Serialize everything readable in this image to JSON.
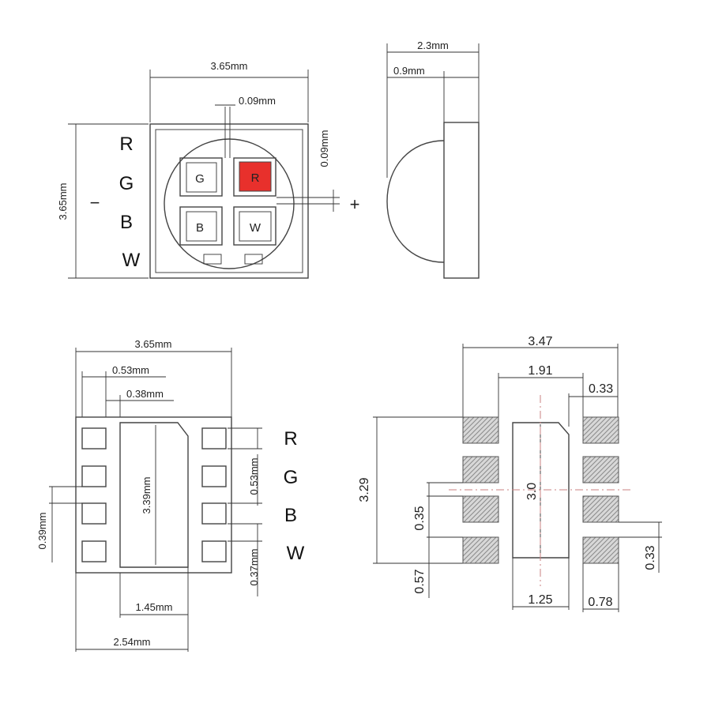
{
  "top_view": {
    "width_label": "3.65mm",
    "height_label": "3.65mm",
    "gap_h_label": "0.09mm",
    "gap_v_label": "0.09mm",
    "minus_symbol": "−",
    "plus_symbol": "+",
    "pin_labels": [
      "R",
      "G",
      "B",
      "W"
    ],
    "die_labels": {
      "g": "G",
      "r": "R",
      "b": "B",
      "w": "W"
    },
    "red_die_color": "#e8302c"
  },
  "side_view": {
    "total_label": "2.3mm",
    "base_label": "0.9mm"
  },
  "bottom_view": {
    "width_label": "3.65mm",
    "pad_offset_label": "0.53mm",
    "pad_width_label": "0.38mm",
    "center_height_label": "3.39mm",
    "pitch_label": "0.53mm",
    "gap_label": "0.39mm",
    "pad_height_label": "0.37mm",
    "center_width_label": "1.45mm",
    "span_label": "2.54mm",
    "pin_labels": [
      "R",
      "G",
      "B",
      "W"
    ]
  },
  "footprint": {
    "total_width": "3.47",
    "inner_span": "1.91",
    "pad_gap": "0.33",
    "total_height": "3.29",
    "center_height": "3.0",
    "pad_pitch": "0.35",
    "pad_height": "0.57",
    "pad_height_right": "0.33",
    "center_width": "1.25",
    "pad_width": "0.78"
  }
}
